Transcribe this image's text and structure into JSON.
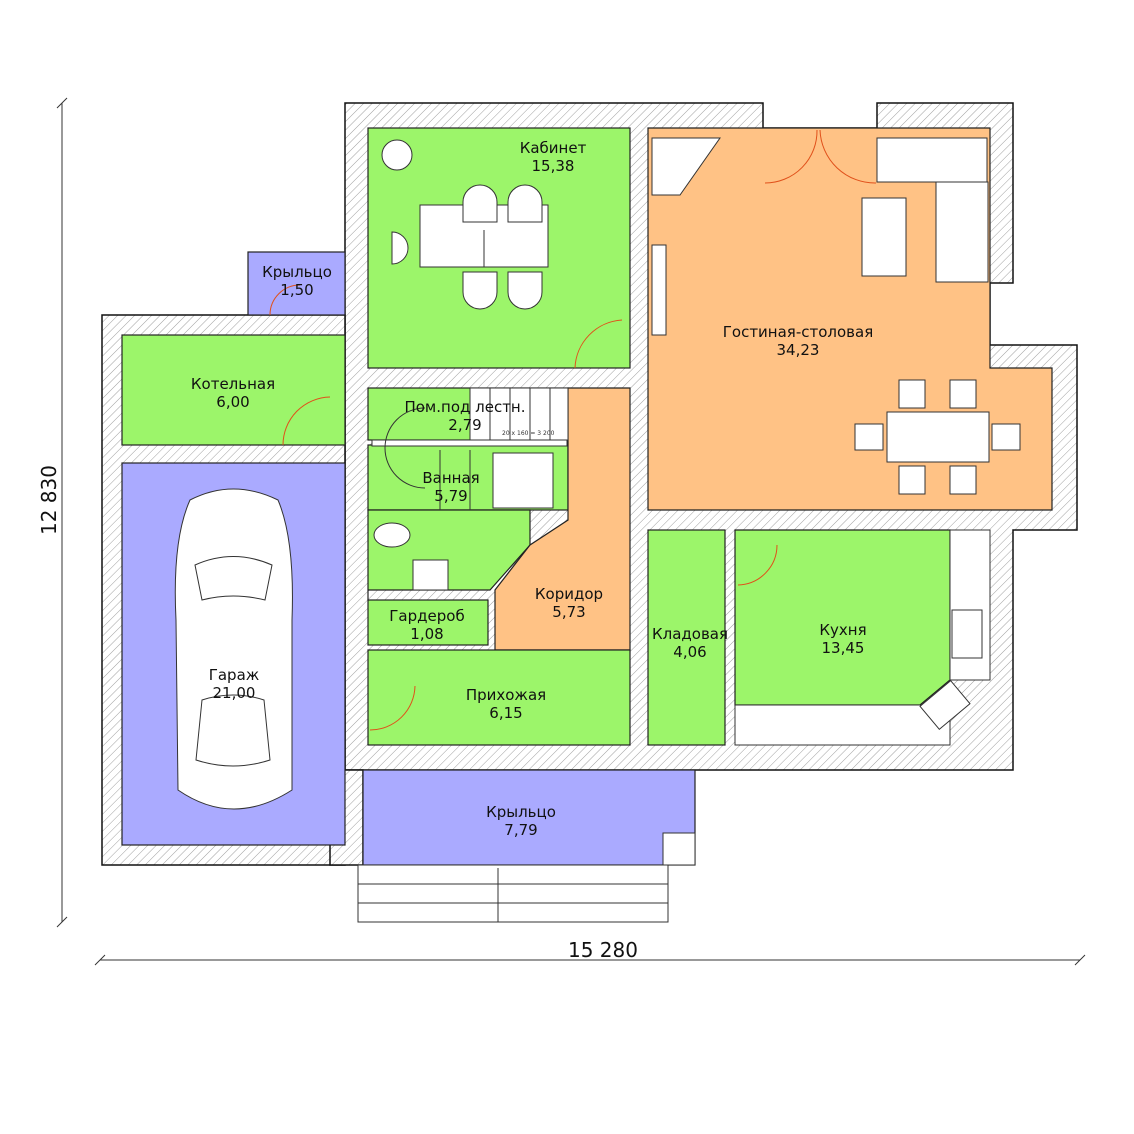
{
  "plan": {
    "dimensions": {
      "height_label": "12 830",
      "width_label": "15 280"
    },
    "stair_note": "20 x 160 = 3 200",
    "rooms": [
      {
        "name": "Кабинет",
        "area": "15,38"
      },
      {
        "name": "Гостиная-столовая",
        "area": "34,23"
      },
      {
        "name": "Крыльцо",
        "area": "1,50"
      },
      {
        "name": "Котельная",
        "area": "6,00"
      },
      {
        "name": "Пом.под лестн.",
        "area": "2,79"
      },
      {
        "name": "Ванная",
        "area": "5,79"
      },
      {
        "name": "Гараж",
        "area": "21,00"
      },
      {
        "name": "Коридор",
        "area": "5,73"
      },
      {
        "name": "Гардероб",
        "area": "1,08"
      },
      {
        "name": "Прихожая",
        "area": "6,15"
      },
      {
        "name": "Кладовая",
        "area": "4,06"
      },
      {
        "name": "Кухня",
        "area": "13,45"
      },
      {
        "name": "Крыльцо",
        "area": "7,79"
      }
    ],
    "colors": {
      "living": "#9cf56a",
      "common": "#ffc285",
      "outdoor": "#aaaaff"
    }
  }
}
